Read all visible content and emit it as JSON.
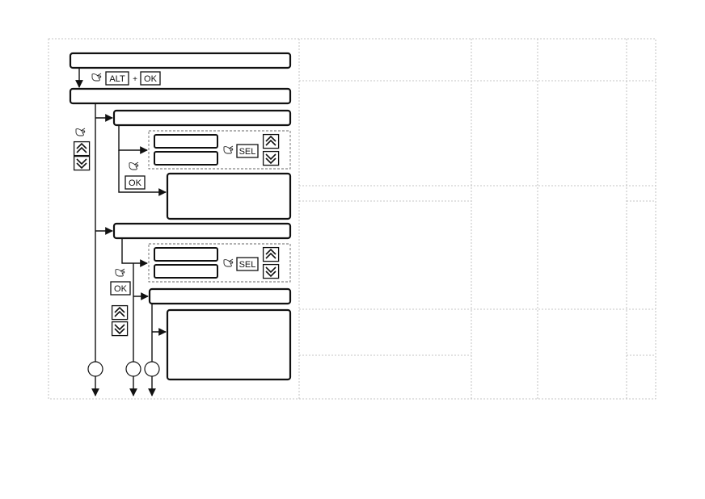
{
  "keys": {
    "alt": "ALT",
    "ok": "OK",
    "sel": "SEL",
    "plus": "+"
  },
  "icons": {
    "hand": "hand-pointer-icon",
    "up": "double-chevron-up-icon",
    "down": "double-chevron-down-icon"
  },
  "colors": {
    "line": "#111111",
    "grid": "#b4b4b4",
    "background": "#ffffff"
  }
}
